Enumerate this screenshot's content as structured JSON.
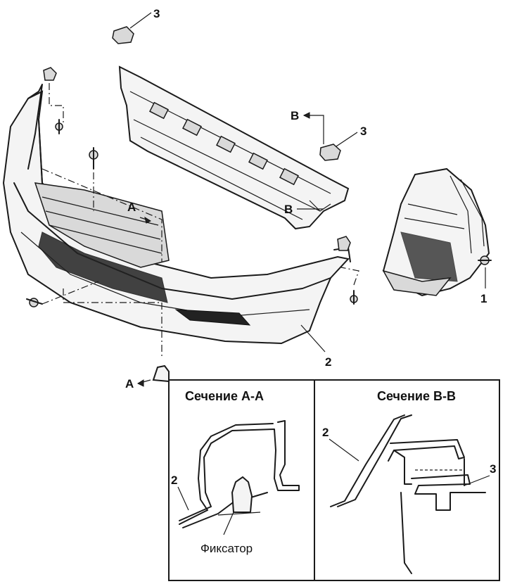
{
  "callouts": {
    "part1": "1",
    "part2": "2",
    "part3_top": "3",
    "part3_right": "3",
    "view_a_top": "A",
    "view_a_bottom": "A",
    "view_b_top": "B",
    "view_b_mid": "B"
  },
  "sections": {
    "aa_title": "Сечение А-А",
    "bb_title": "Сечение В-В",
    "aa_part2": "2",
    "bb_part2": "2",
    "bb_part3": "3",
    "clip_label": "Фиксатор"
  }
}
